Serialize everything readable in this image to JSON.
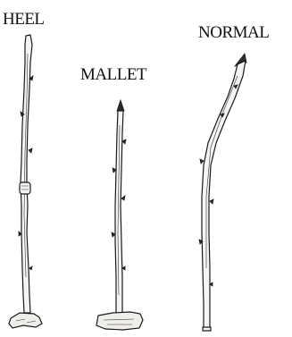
{
  "labels": {
    "heel": "HEEL",
    "mallet": "MALLET",
    "normal": "NORMAL"
  },
  "colors": {
    "ink": "#1a1a1a",
    "background": "#ffffff",
    "wood": "#f4f4f2"
  }
}
